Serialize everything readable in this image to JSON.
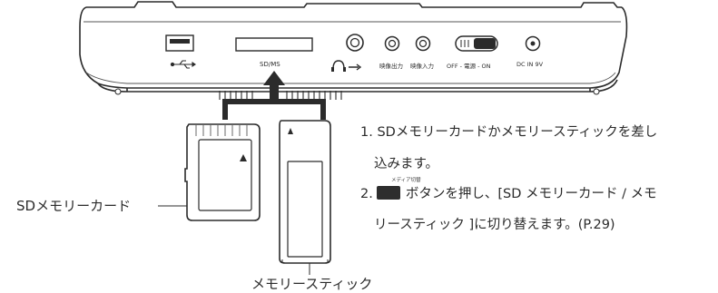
{
  "device": {
    "slot_label": "SD/MS",
    "port_labels": [
      "映像出力",
      "映像入力"
    ],
    "switch_label": "OFF - 電源 - ON",
    "dc_label": "DC IN 9V"
  },
  "callouts": {
    "sd_card": "SDメモリーカード",
    "memory_stick": "メモリースティック"
  },
  "instructions": {
    "step1_line1": "1. SDメモリーカードかメモリースティックを差し",
    "step1_line2": "込みます。",
    "step2_num": "2.",
    "step2_button_caption": "メディア切替",
    "step2_line1": "ボタンを押し、[SD メモリーカード / メモ",
    "step2_line2": "リースティック ]に切り替えます。(P.29)"
  }
}
